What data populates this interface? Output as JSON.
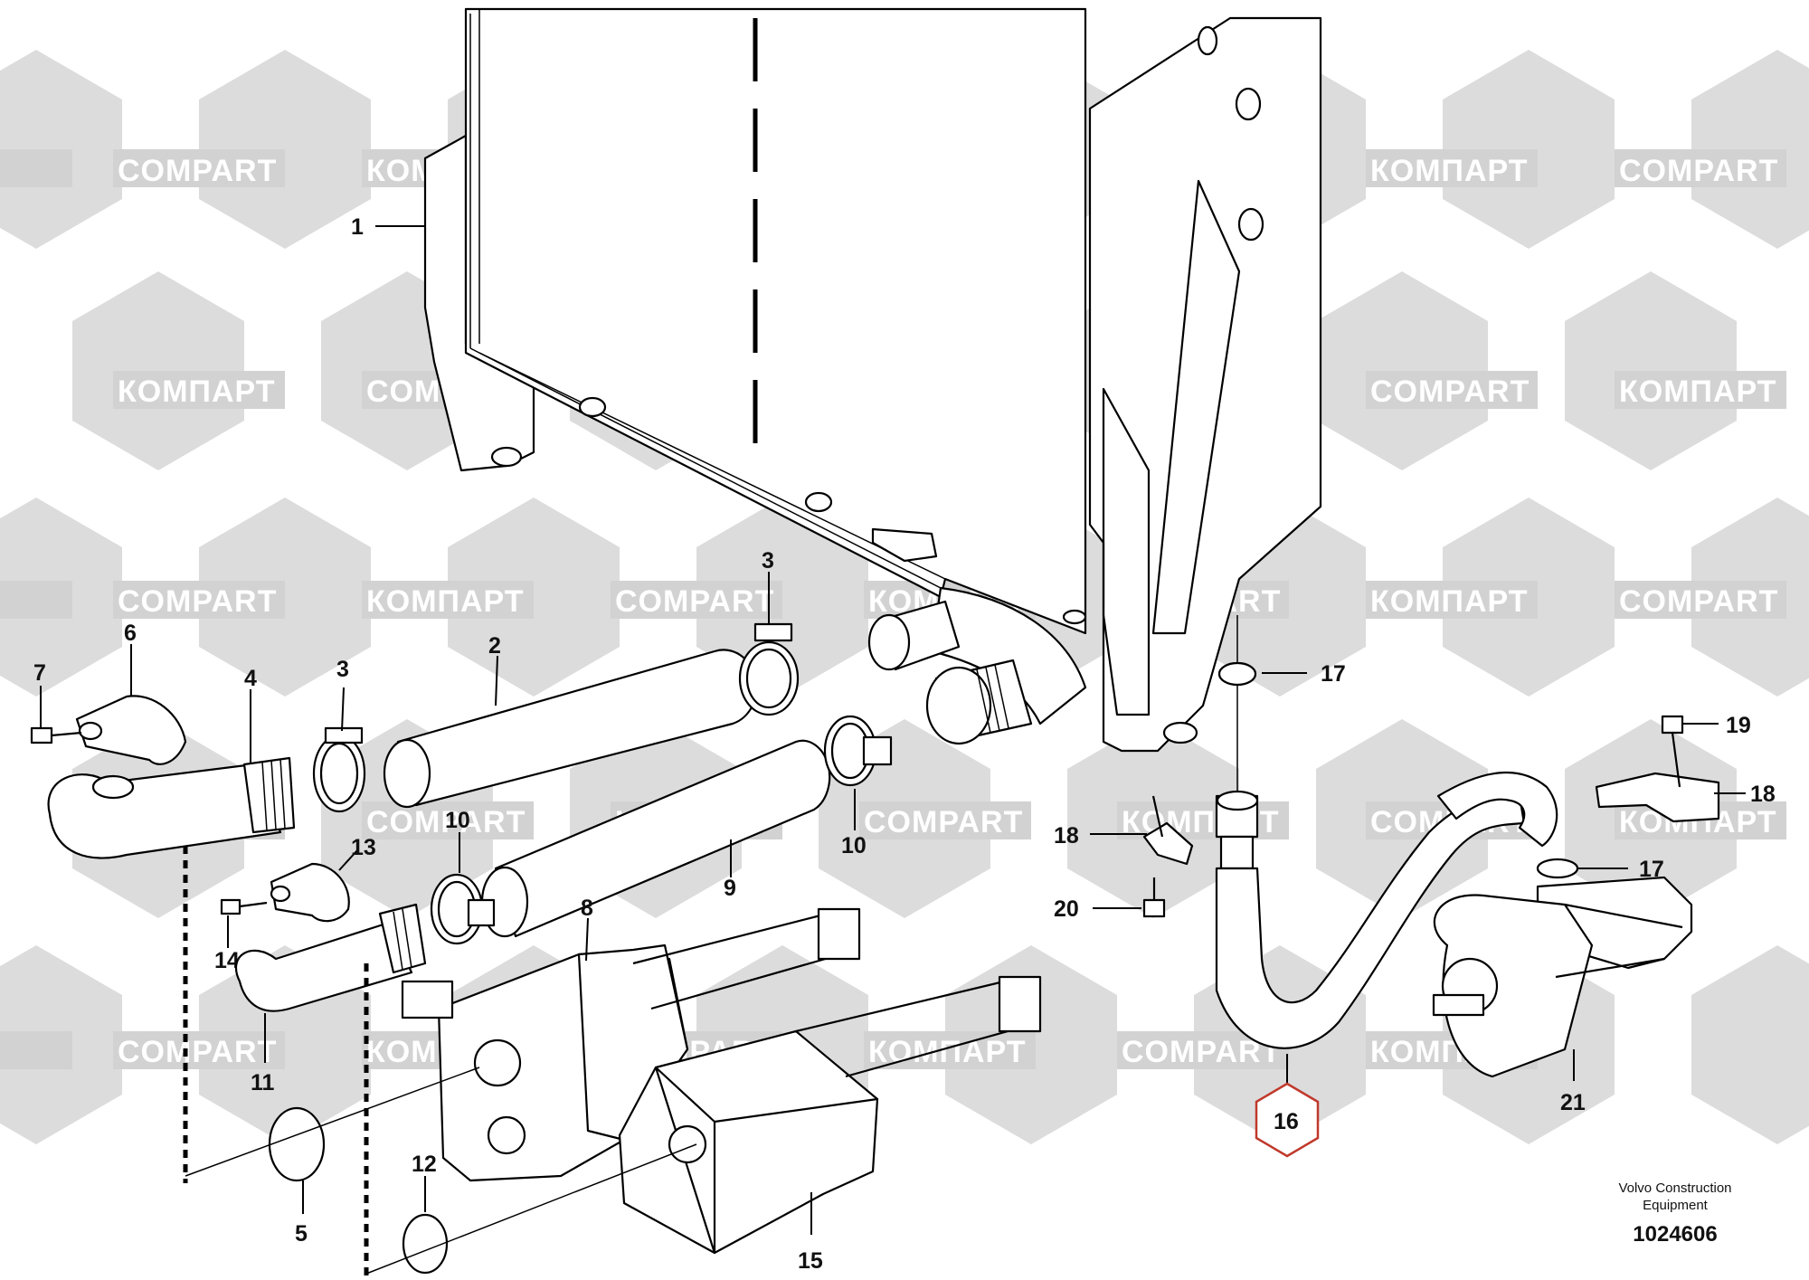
{
  "watermark": {
    "latin": "COMPART",
    "cyrillic": "КОМПАРТ",
    "hex_color": "#d9d9d9",
    "text_color": "#ffffff"
  },
  "callouts": {
    "p1": "1",
    "p2": "2",
    "p3a": "3",
    "p3b": "3",
    "p4": "4",
    "p5": "5",
    "p6": "6",
    "p7": "7",
    "p8": "8",
    "p9": "9",
    "p10a": "10",
    "p10b": "10",
    "p11": "11",
    "p12": "12",
    "p13": "13",
    "p14": "14",
    "p15": "15",
    "p16": "16",
    "p17a": "17",
    "p17b": "17",
    "p18a": "18",
    "p18b": "18",
    "p19": "19",
    "p20": "20",
    "p21": "21"
  },
  "highlight": {
    "part": "16",
    "color": "#c0392b"
  },
  "footer": {
    "manufacturer_line1": "Volvo Construction",
    "manufacturer_line2": "Equipment",
    "drawing_number": "1024606"
  }
}
